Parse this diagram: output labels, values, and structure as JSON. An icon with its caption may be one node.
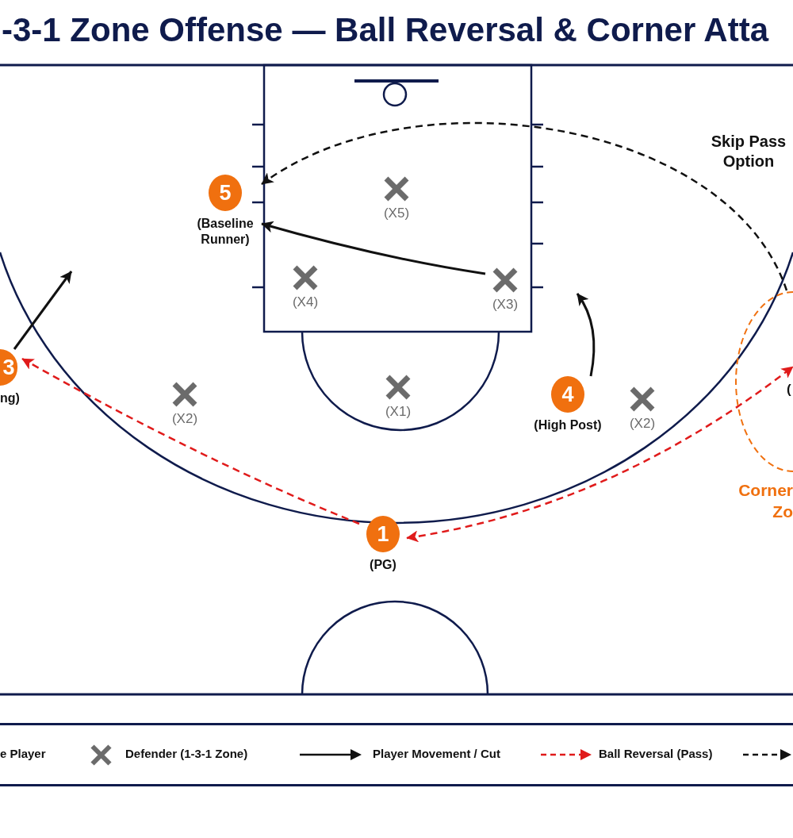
{
  "diagram": {
    "title": "-3-1 Zone Offense — Ball Reversal & Corner Atta",
    "nodes": [
      {
        "text": [
          "5"
        ],
        "beside": [
          "(Baseline Runner)"
        ]
      },
      {
        "text": [
          "(X5)"
        ]
      },
      {
        "text": [
          "(X4)"
        ]
      },
      {
        "text": [
          "(X3)"
        ]
      },
      {
        "text": [
          "Corner Zo"
        ]
      },
      {
        "text": [
          "3"
        ],
        "beside": [
          "ng)"
        ]
      },
      {
        "text": [
          "(X2)"
        ]
      },
      {
        "text": [
          "(X1)"
        ]
      },
      {
        "text": [
          "4"
        ],
        "beside": [
          "(High Post)"
        ]
      },
      {
        "text": [
          "(X2)"
        ]
      },
      {
        "text": [
          "1"
        ],
        "beside": [
          "(PG)"
        ]
      }
    ],
    "edges": [
      {
        "from": 4,
        "to": 0,
        "arrow": "to",
        "label": "Skip Pass Option",
        "style": "dashed"
      },
      {
        "from": 3,
        "to": 0,
        "arrow": "to"
      },
      {
        "from": 5,
        "to": null,
        "arrow": "to"
      },
      {
        "from": 8,
        "to": null,
        "arrow": "to"
      },
      {
        "from": 10,
        "to": 5,
        "arrow": "to",
        "style": "dashed",
        "color": "#e01b1b"
      },
      {
        "from": 10,
        "to": 4,
        "arrow": "both",
        "style": "dashed",
        "color": "#e01b1b"
      }
    ],
    "labels": [
      "("
    ],
    "legend": [
      {
        "text": "e Player"
      },
      {
        "text": "Defender (1-3-1 Zone)"
      },
      {
        "text": "Player Movement / Cut"
      },
      {
        "text": "Ball Reversal (Pass)"
      }
    ]
  }
}
